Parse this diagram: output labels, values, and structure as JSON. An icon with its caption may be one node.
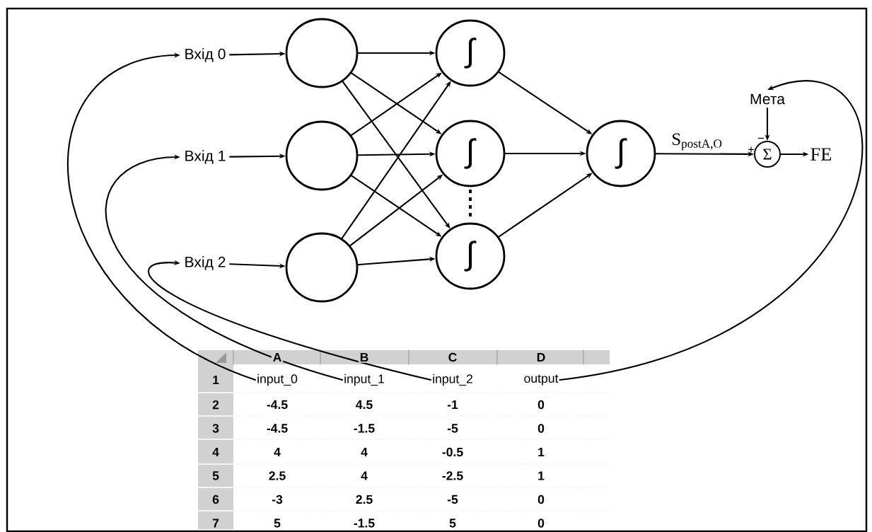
{
  "diagram": {
    "nodes": [
      {
        "text": [
          "Вхід 0"
        ]
      },
      {
        "text": [
          "Вхід 1"
        ]
      },
      {
        "text": [
          "Вхід 2"
        ]
      },
      {
        "text": [],
        "shape": "circle"
      },
      {
        "text": [],
        "shape": "circle"
      },
      {
        "text": [],
        "shape": "circle"
      },
      {
        "text": [
          "∫"
        ]
      },
      {
        "text": [
          "∫"
        ]
      },
      {
        "text": [
          "∫"
        ]
      },
      {
        "text": [
          "∫"
        ]
      },
      {
        "text": [
          "Мета"
        ]
      },
      {
        "text": [
          "Σ"
        ]
      },
      {
        "text": [
          "FE"
        ]
      },
      {
        "text": [
          "input_0"
        ]
      },
      {
        "text": [
          "input_1"
        ]
      },
      {
        "text": [
          "input_2"
        ]
      },
      {
        "text": [
          "output"
        ]
      }
    ],
    "edges": [
      {
        "from": 0,
        "to": 3,
        "arrow": "to"
      },
      {
        "from": 1,
        "to": 4,
        "arrow": "to"
      },
      {
        "from": 2,
        "to": 5,
        "arrow": "to"
      },
      {
        "from": 3,
        "to": 6,
        "arrow": "to"
      },
      {
        "from": 3,
        "to": 7,
        "arrow": "to"
      },
      {
        "from": 3,
        "to": 8,
        "arrow": "to"
      },
      {
        "from": 4,
        "to": 6,
        "arrow": "to"
      },
      {
        "from": 4,
        "to": 7,
        "arrow": "to"
      },
      {
        "from": 4,
        "to": 8,
        "arrow": "to"
      },
      {
        "from": 5,
        "to": 6,
        "arrow": "to"
      },
      {
        "from": 5,
        "to": 7,
        "arrow": "to"
      },
      {
        "from": 5,
        "to": 8,
        "arrow": "to"
      },
      {
        "from": 6,
        "to": 9,
        "arrow": "to"
      },
      {
        "from": 7,
        "to": 9,
        "arrow": "to"
      },
      {
        "from": 8,
        "to": 9,
        "arrow": "to"
      },
      {
        "from": 9,
        "to": 11,
        "arrow": "to",
        "label": "S$_{postA,O}$"
      },
      {
        "from": 10,
        "to": 11,
        "arrow": "to"
      },
      {
        "from": 11,
        "to": 12,
        "arrow": "to"
      },
      {
        "from": 13,
        "to": 0,
        "arrow": "to"
      },
      {
        "from": 14,
        "to": 1,
        "arrow": "to"
      },
      {
        "from": 15,
        "to": 2,
        "arrow": "to"
      },
      {
        "from": 16,
        "to": 10,
        "arrow": "to"
      }
    ],
    "labels": [
      "−",
      "+",
      "A",
      "B",
      "C",
      "D",
      "1",
      "2",
      "-4.5",
      "4.5",
      "-1",
      "0",
      "3",
      "-4.5",
      "-1.5",
      "-5",
      "0",
      "4",
      "4",
      "4",
      "-0.5",
      "1",
      "5",
      "2.5",
      "4",
      "-2.5",
      "1",
      "6",
      "-3",
      "2.5",
      "-5",
      "0",
      "7",
      "5",
      "-1.5",
      "5",
      "0"
    ]
  }
}
